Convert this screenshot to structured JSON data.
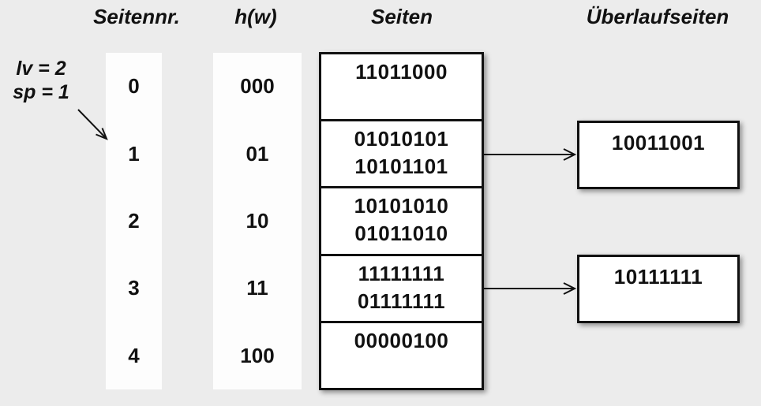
{
  "colors": {
    "background": "#ececec",
    "box_background": "#ffffff",
    "border": "#111111",
    "text": "#111111"
  },
  "headers": {
    "seitennr": "Seitennr.",
    "hash": "h(w)",
    "seiten": "Seiten",
    "ueberlaufseiten": "Überlaufseiten"
  },
  "annotation": {
    "line1": "lv = 2",
    "line2": "sp = 1"
  },
  "pages": [
    {
      "nr": "0",
      "hash": "000",
      "entries": [
        "11011000"
      ]
    },
    {
      "nr": "1",
      "hash": "01",
      "entries": [
        "01010101",
        "10101101"
      ],
      "overflow": "10011001"
    },
    {
      "nr": "2",
      "hash": "10",
      "entries": [
        "10101010",
        "01011010"
      ]
    },
    {
      "nr": "3",
      "hash": "11",
      "entries": [
        "11111111",
        "01111111"
      ],
      "overflow": "10111111"
    },
    {
      "nr": "4",
      "hash": "100",
      "entries": [
        "00000100"
      ]
    }
  ]
}
